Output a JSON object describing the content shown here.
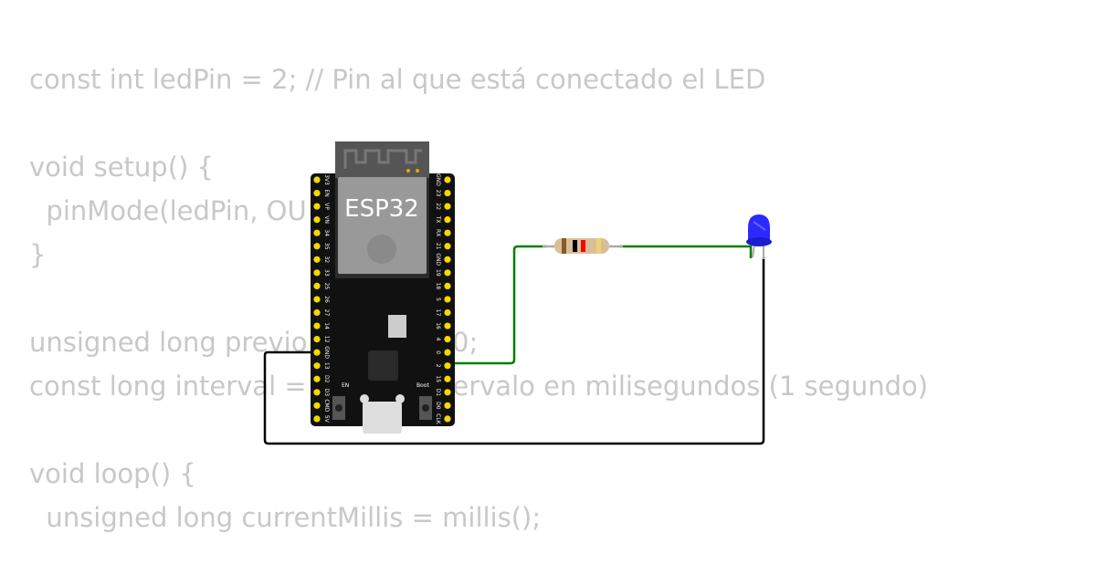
{
  "code_lines": {
    "l1": "const int ledPin = 2; // Pin al que está conectado el LED",
    "l2": "void setup() {",
    "l3": "  pinMode(ledPin, OU",
    "l4": "}",
    "l5a": "unsigned long previo",
    "l5b": "0;",
    "l6a": "const long interval =",
    "l6b": "tervalo en milisegundos (1 segundo)",
    "l7": "void loop() {",
    "l8": "  unsigned long currentMillis = millis();"
  },
  "board": {
    "label": "ESP32",
    "button_en": "EN",
    "button_boot": "Boot",
    "left_pins": [
      "3V3",
      "EN",
      "VP",
      "VN",
      "34",
      "35",
      "32",
      "33",
      "25",
      "26",
      "27",
      "14",
      "12",
      "GND",
      "13",
      "D2",
      "D3",
      "CMD",
      "5V"
    ],
    "right_pins": [
      "GND",
      "23",
      "22",
      "TX",
      "RX",
      "21",
      "GND",
      "19",
      "18",
      "5",
      "17",
      "16",
      "4",
      "0",
      "2",
      "15",
      "D1",
      "D0",
      "CLK"
    ]
  },
  "resistor": {
    "bands": [
      "#8b5a2b",
      "#000000",
      "#ff0000",
      "#e8d27a"
    ]
  },
  "led": {
    "color": "#2a2aff"
  },
  "wires": {
    "signal_color": "#008000",
    "ground_color": "#000000"
  }
}
